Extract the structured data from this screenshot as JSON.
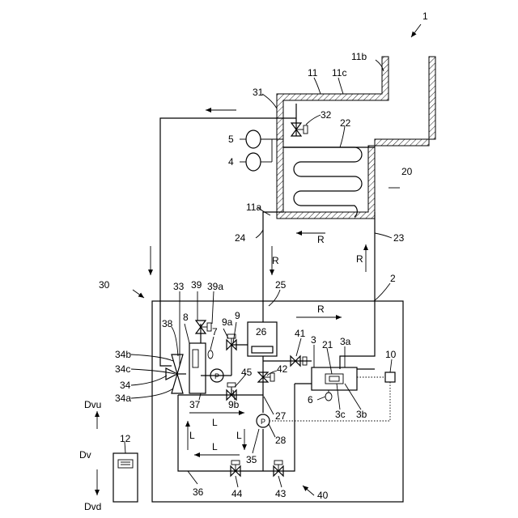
{
  "labels": {
    "n1": "1",
    "n11b": "11b",
    "n11": "11",
    "n11c": "11c",
    "n31": "31",
    "n32": "32",
    "n22": "22",
    "n5": "5",
    "n4": "4",
    "n20": "20",
    "n11a": "11a",
    "n24": "24",
    "n23": "23",
    "n2": "2",
    "n30": "30",
    "n33": "33",
    "n39": "39",
    "n39a": "39a",
    "n25": "25",
    "n8": "8",
    "n9": "9",
    "n9a": "9a",
    "n7": "7",
    "n38": "38",
    "n26": "26",
    "n41": "41",
    "n3": "3",
    "n21": "21",
    "n3a": "3a",
    "n10": "10",
    "n34b": "34b",
    "n34c": "34c",
    "n34": "34",
    "n34a": "34a",
    "n45": "45",
    "n42": "42",
    "n6": "6",
    "n3c": "3c",
    "n3b": "3b",
    "n37": "37",
    "n9b": "9b",
    "n27": "27",
    "n28": "28",
    "n35": "35",
    "n36": "36",
    "n44": "44",
    "n43": "43",
    "n40": "40",
    "n12": "12",
    "Dvu": "Dvu",
    "Dv": "Dv",
    "Dvd": "Dvd",
    "R": "R",
    "L": "L",
    "P": "P"
  }
}
